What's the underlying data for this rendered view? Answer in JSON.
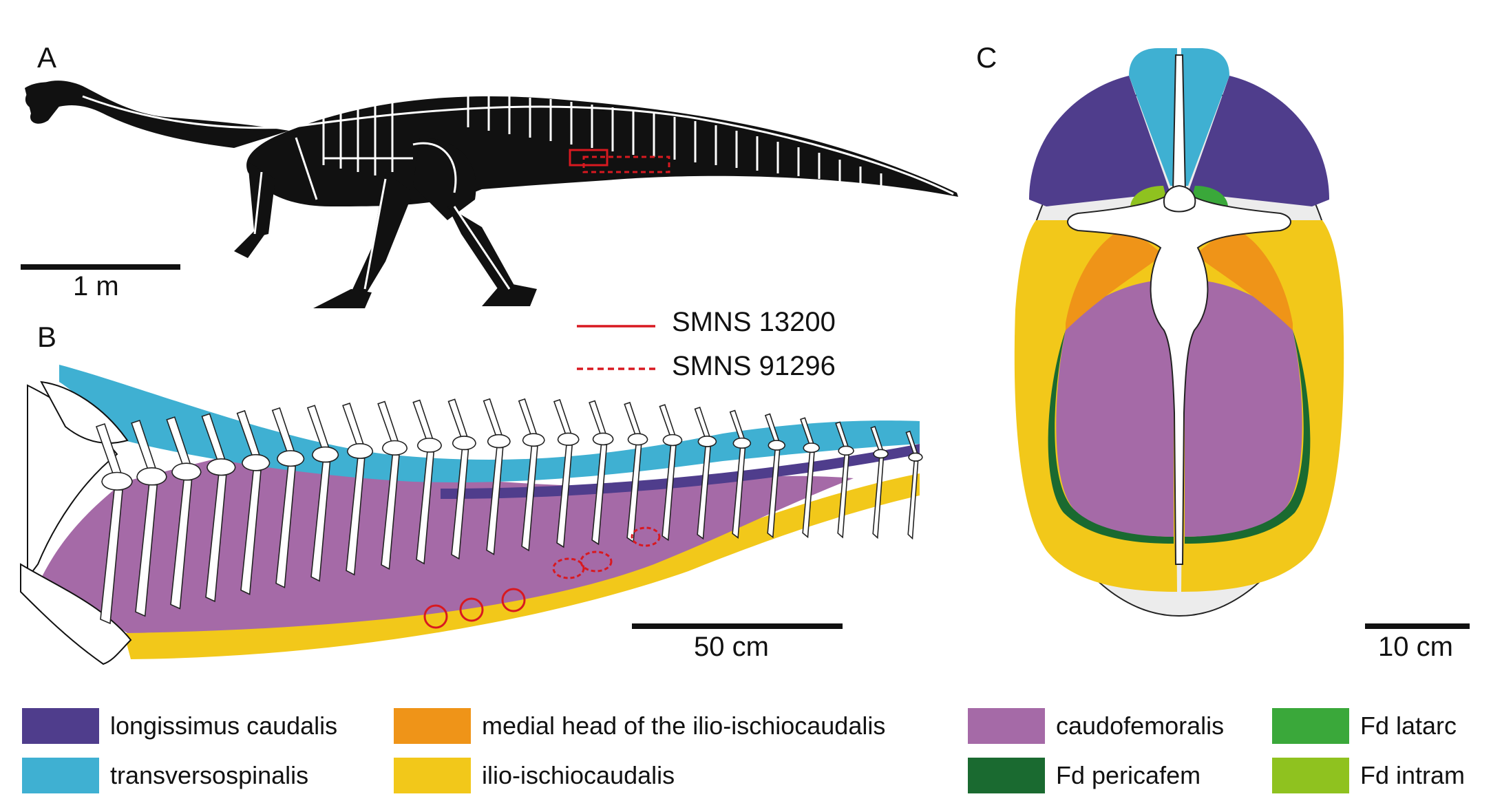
{
  "panels": {
    "a": "A",
    "b": "B",
    "c": "C"
  },
  "scale_bars": {
    "a": "1 m",
    "b": "50 cm",
    "c": "10 cm"
  },
  "specimens": [
    {
      "label": "SMNS 13200",
      "line": "solid"
    },
    {
      "label": "SMNS 91296",
      "line": "dashed"
    }
  ],
  "colors": {
    "longissimus": "#4f3d8c",
    "transversospinalis": "#3fb0d2",
    "medial_head": "#ef9418",
    "ilio_ischiocaudalis": "#f2c81a",
    "caudofemoralis": "#a56aa7",
    "fd_pericafem": "#1a6a30",
    "fd_latarc": "#3aa83a",
    "fd_intram": "#8fc21f",
    "marker": "#d81920"
  },
  "legend": [
    {
      "label": "longissimus caudalis",
      "color": "#4f3d8c"
    },
    {
      "label": "transversospinalis",
      "color": "#3fb0d2"
    },
    {
      "label": "medial head of the ilio-ischiocaudalis",
      "color": "#ef9418"
    },
    {
      "label": "ilio-ischiocaudalis",
      "color": "#f2c81a"
    },
    {
      "label": "caudofemoralis",
      "color": "#a56aa7"
    },
    {
      "label": "Fd pericafem",
      "color": "#1a6a30"
    },
    {
      "label": "Fd latarc",
      "color": "#3aa83a"
    },
    {
      "label": "Fd intram",
      "color": "#8fc21f"
    }
  ]
}
